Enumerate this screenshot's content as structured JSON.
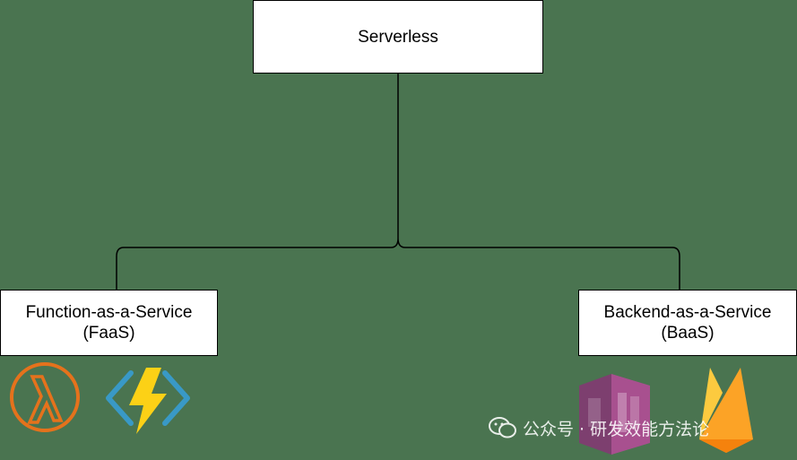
{
  "diagram": {
    "root": {
      "label": "Serverless"
    },
    "faas": {
      "line1": "Function-as-a-Service",
      "line2": "(FaaS)"
    },
    "baas": {
      "line1": "Backend-as-a-Service",
      "line2": "(BaaS)"
    }
  },
  "icons": {
    "faas": [
      "aws-lambda-icon",
      "azure-functions-icon"
    ],
    "baas": [
      "aws-cognito-icon",
      "firebase-icon"
    ]
  },
  "watermark": {
    "text": "公众号 · 研发效能方法论"
  },
  "colors": {
    "background": "#4a7450",
    "box_fill": "#ffffff",
    "lambda_orange": "#e5721c",
    "azure_yellow": "#fcd116",
    "azure_blue": "#3999c6",
    "cognito_purple": "#7d3f6f",
    "firebase_orange": "#f5820d"
  }
}
